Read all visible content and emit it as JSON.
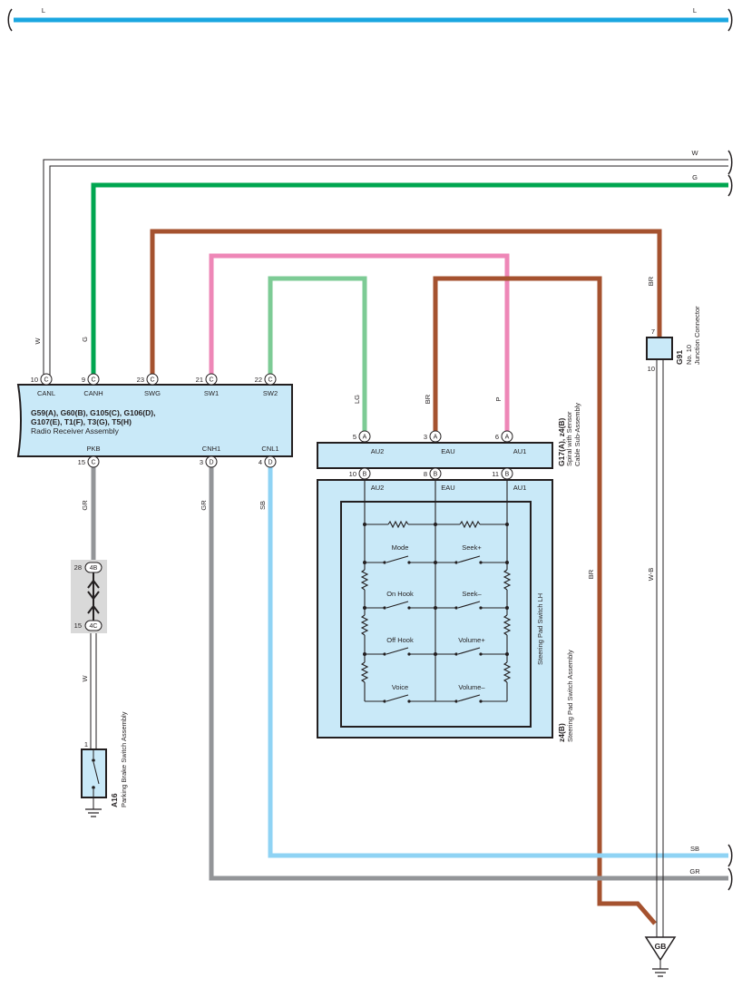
{
  "colors": {
    "L": "#1aa6e0",
    "W": "#ffffff",
    "G": "#00a650",
    "BR": "#a5522f",
    "P": "#ee87b7",
    "LG": "#7dcb95",
    "GR": "#939598",
    "SB": "#8fd3f4",
    "box_fill": "#c9e9f8",
    "connector_fill": "#d9d9d9",
    "line": "#231f20"
  },
  "top_line": {
    "label_left": "L",
    "label_right": "L"
  },
  "right_labels": {
    "W": "W",
    "G": "G",
    "SB": "SB",
    "GR": "GR"
  },
  "wire_labels": {
    "canl": "W",
    "canh": "G",
    "pkb": "GR",
    "cnh1": "GR",
    "cnl1": "SB",
    "lg": "LG",
    "br_eau": "BR",
    "p_au1": "P",
    "br_jc": "BR",
    "br_long": "BR",
    "wb": "W-B",
    "w_pbs": "W"
  },
  "radio": {
    "codes_line1": "G59(A), G60(B), G105(C), G106(D),",
    "codes_line2": "G107(E), T1(F), T3(G), T5(H)",
    "name": "Radio Receiver Assembly",
    "top_pins": [
      {
        "num": "10",
        "conn": "C",
        "label": "CANL"
      },
      {
        "num": "9",
        "conn": "C",
        "label": "CANH"
      },
      {
        "num": "23",
        "conn": "C",
        "label": "SWG"
      },
      {
        "num": "21",
        "conn": "C",
        "label": "SW1"
      },
      {
        "num": "22",
        "conn": "C",
        "label": "SW2"
      }
    ],
    "bottom_pins": [
      {
        "num": "15",
        "conn": "C",
        "label": "PKB"
      },
      {
        "num": "3",
        "conn": "D",
        "label": "CNH1"
      },
      {
        "num": "4",
        "conn": "D",
        "label": "CNL1"
      }
    ]
  },
  "spiral": {
    "code": "G17(A), z4(B)",
    "name_line1": "Spiral with Sensor",
    "name_line2": "Cable Sub-Assembly",
    "top_pins": [
      {
        "num": "5",
        "conn": "A",
        "label": "AU2"
      },
      {
        "num": "3",
        "conn": "A",
        "label": "EAU"
      },
      {
        "num": "6",
        "conn": "A",
        "label": "AU1"
      }
    ],
    "bottom_pins": [
      {
        "num": "10",
        "conn": "B",
        "label": "AU2"
      },
      {
        "num": "8",
        "conn": "B",
        "label": "EAU"
      },
      {
        "num": "11",
        "conn": "B",
        "label": "AU1"
      }
    ]
  },
  "steering": {
    "code": "z4(B)",
    "name": "Steering Pad Switch Assembly",
    "inner_name": "Steering Pad Switch LH",
    "switches": [
      "Mode",
      "Seek+",
      "On Hook",
      "Seek–",
      "Off Hook",
      "Volume+",
      "Voice",
      "Volume–"
    ]
  },
  "inline_connector": {
    "top": {
      "num": "28",
      "label": "4B"
    },
    "bottom": {
      "num": "15",
      "label": "4C"
    }
  },
  "junction": {
    "code": "G91",
    "name_line1": "No. 10",
    "name_line2": "Junction Connector",
    "pin_top": "7",
    "pin_bottom": "10"
  },
  "parking_brake": {
    "code": "A16",
    "name": "Parking Brake Switch Assembly",
    "pin": "1"
  },
  "ground": {
    "label": "GB"
  }
}
